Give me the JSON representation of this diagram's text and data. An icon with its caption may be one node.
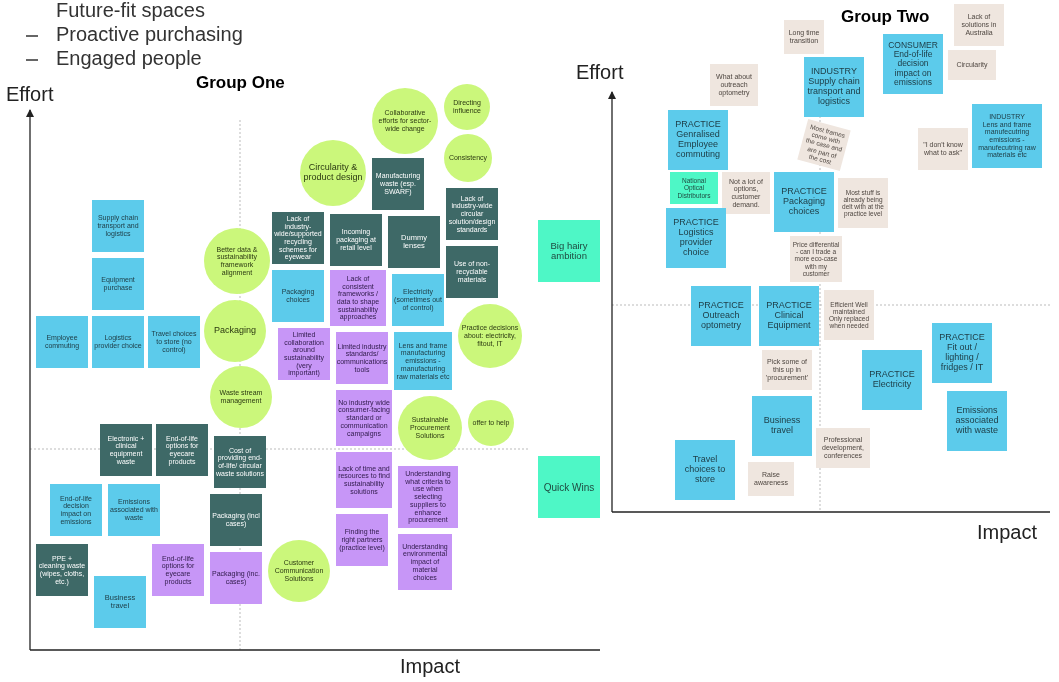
{
  "diagram": {
    "nodes": [
      {
        "text": [
          "Supply chain transport and logistics"
        ]
      },
      {
        "text": [
          "Equipment purchase"
        ]
      },
      {
        "text": [
          "Employee commuting"
        ]
      },
      {
        "text": [
          "Logistics provider choice"
        ]
      },
      {
        "text": [
          "Travel choices to store (no control)"
        ]
      },
      {
        "text": [
          "Collaborative efforts for sector-wide change"
        ]
      },
      {
        "text": [
          "Directing influence"
        ]
      },
      {
        "text": [
          "Consistency"
        ]
      },
      {
        "text": [
          "Circularity & product design"
        ]
      },
      {
        "text": [
          "Manufacturing waste (esp. SWARF)"
        ]
      },
      {
        "text": [
          "Lack of industry-wide/supported recycling schemes for eyewear"
        ]
      },
      {
        "text": [
          "Incoming packaging at retail level"
        ]
      },
      {
        "text": [
          "Dummy lenses"
        ]
      },
      {
        "text": [
          "Lack of industry-wide circular solution/design standards"
        ]
      },
      {
        "text": [
          "Use of non-recyclable materials"
        ]
      },
      {
        "text": [
          "Better data & sustainability framework alignment"
        ]
      },
      {
        "text": [
          "Packaging choices"
        ]
      },
      {
        "text": [
          "Lack of consistent frameworks / data to shape sustainability approaches"
        ]
      },
      {
        "text": [
          "Limited collaboration around sustainability (very important)"
        ]
      },
      {
        "text": [
          "Limited industry standards/ communications tools"
        ]
      },
      {
        "text": [
          "Electricity (sometimes out of control)"
        ]
      },
      {
        "text": [
          "Packaging"
        ]
      },
      {
        "text": [
          "Waste stream management"
        ]
      },
      {
        "text": [
          "Lens and frame manufacturing emissions - manufacturing raw materials etc"
        ]
      },
      {
        "text": [
          "Electronic + clinical equipment waste"
        ]
      },
      {
        "text": [
          "End-of-life options for eyecare products"
        ]
      },
      {
        "text": [
          "Cost of providing end-of-life/ circular waste solutions"
        ]
      },
      {
        "text": [
          "No industry wide consumer-facing standard or communication campaigns"
        ]
      },
      {
        "text": [
          "Practice decisions about: electricity, fitout, IT"
        ]
      },
      {
        "text": [
          "Sustainable Procurement Solutions"
        ]
      },
      {
        "text": [
          "Lack of time and resources to find sustainability solutions"
        ]
      },
      {
        "text": [
          "offer to help"
        ]
      },
      {
        "text": [
          "End-of-life decision impact on emissions"
        ]
      },
      {
        "text": [
          "Emissions associated with waste"
        ]
      },
      {
        "text": [
          "Finding the right partners (practice level)"
        ]
      },
      {
        "text": [
          "Understanding what criteria to use when selecting suppliers to enhance procurement"
        ]
      },
      {
        "text": [
          "Customer Communication Solutions"
        ]
      },
      {
        "text": [
          "PPE + cleaning waste (wipes, cloths, etc.)"
        ]
      },
      {
        "text": [
          "End-of-life options for eyecare products"
        ]
      },
      {
        "text": [
          "Packaging (incl cases)"
        ]
      },
      {
        "text": [
          "Business travel"
        ]
      },
      {
        "text": [
          "Packaging (inc. cases)"
        ]
      },
      {
        "text": [
          "Understanding environmental impact of material choices"
        ]
      },
      {
        "text": [
          "Big hairy ambition"
        ]
      },
      {
        "text": [
          "Quick Wins"
        ]
      },
      {
        "text": [
          "Long time transition"
        ]
      },
      {
        "text": [
          "INDUSTRY",
          "Supply chain transport and logistics"
        ]
      },
      {
        "text": [
          "CONSUMER",
          "End-of-life decision impact on emissions"
        ]
      },
      {
        "text": [
          "Lack of solutions in Australia"
        ]
      },
      {
        "text": [
          "Circularity"
        ]
      },
      {
        "text": [
          "What about outreach optometry"
        ]
      },
      {
        "text": [
          "PRACTICE",
          "Genralised Employee commuting"
        ]
      },
      {
        "text": [
          "Most frames come with the case and are part of the cost"
        ]
      },
      {
        "text": [
          "INDUSTRY",
          "Lens and frame manufecutring emissions - manufecutring raw materials etc"
        ]
      },
      {
        "text": [
          "\"I don't know what to ask\""
        ]
      },
      {
        "text": [
          "National Optical Distributors"
        ]
      },
      {
        "text": [
          "Not a lot of options, customer demand."
        ]
      },
      {
        "text": [
          "PRACTICE",
          "Packaging choices"
        ]
      },
      {
        "text": [
          "Most stuff is already being delt with at the practice level"
        ]
      },
      {
        "text": [
          "Price differential - can I trade a more eco-case with my customer"
        ]
      },
      {
        "text": [
          "PRACTICE",
          "Logistics provider choice"
        ]
      },
      {
        "text": [
          "PRACTICE",
          "Outreach optometry"
        ]
      },
      {
        "text": [
          "PRACTICE",
          "Clinical Equipment"
        ]
      },
      {
        "text": [
          "Efficient Well maintained Only replaced when needed"
        ]
      },
      {
        "text": [
          "Pick some of this up in 'procurement'"
        ]
      },
      {
        "text": [
          "PRACTICE",
          "Fit out / lighting / fridges / IT"
        ]
      },
      {
        "text": [
          "PRACTICE",
          "Electricity"
        ]
      },
      {
        "text": [
          "Emissions associated with waste"
        ]
      },
      {
        "text": [
          "Business travel"
        ]
      },
      {
        "text": [
          "Professional development, conferences"
        ]
      },
      {
        "text": [
          "Travel choices to store"
        ]
      },
      {
        "text": [
          "Raise awareness"
        ]
      }
    ],
    "labels": [
      "Future-fit spaces",
      "Proactive purchasing",
      "Engaged people",
      "Group One",
      "Effort",
      "Impact",
      "Group Two",
      "Effort",
      "Impact"
    ]
  }
}
